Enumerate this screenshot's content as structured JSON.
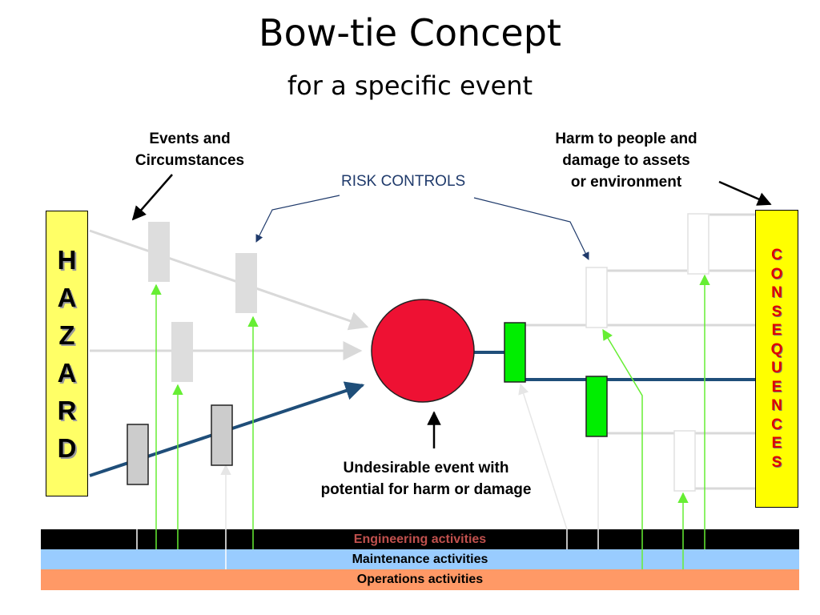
{
  "title": "Bow-tie Concept",
  "subtitle": "for a specific event",
  "labels": {
    "events_line1": "Events and",
    "events_line2": "Circumstances",
    "harm_line1": "Harm to people and",
    "harm_line2": "damage to assets",
    "harm_line3": "or environment",
    "risk_controls": "RISK CONTROLS",
    "undesirable_line1": "Undesirable event with",
    "undesirable_line2": "potential for harm or damage"
  },
  "hazard_letters": [
    "H",
    "A",
    "Z",
    "A",
    "R",
    "D"
  ],
  "consequences_letters": [
    "C",
    "O",
    "N",
    "S",
    "E",
    "Q",
    "U",
    "E",
    "N",
    "C",
    "E",
    "S"
  ],
  "bars": {
    "engineering": "Engineering activities",
    "maintenance": "Maintenance activities",
    "operations": "Operations activities"
  },
  "colors": {
    "hazard_fill": "#ffff66",
    "consequences_fill": "#ffff00",
    "consequences_text": "#e00000",
    "event_circle": "#ee1133",
    "active_barrier": "#00ee00",
    "active_path": "#1f4e79",
    "risk_controls_text": "#1f3a6b",
    "engineering_bar": "#000000",
    "maintenance_bar": "#99ccff",
    "operations_bar": "#ff9966"
  }
}
